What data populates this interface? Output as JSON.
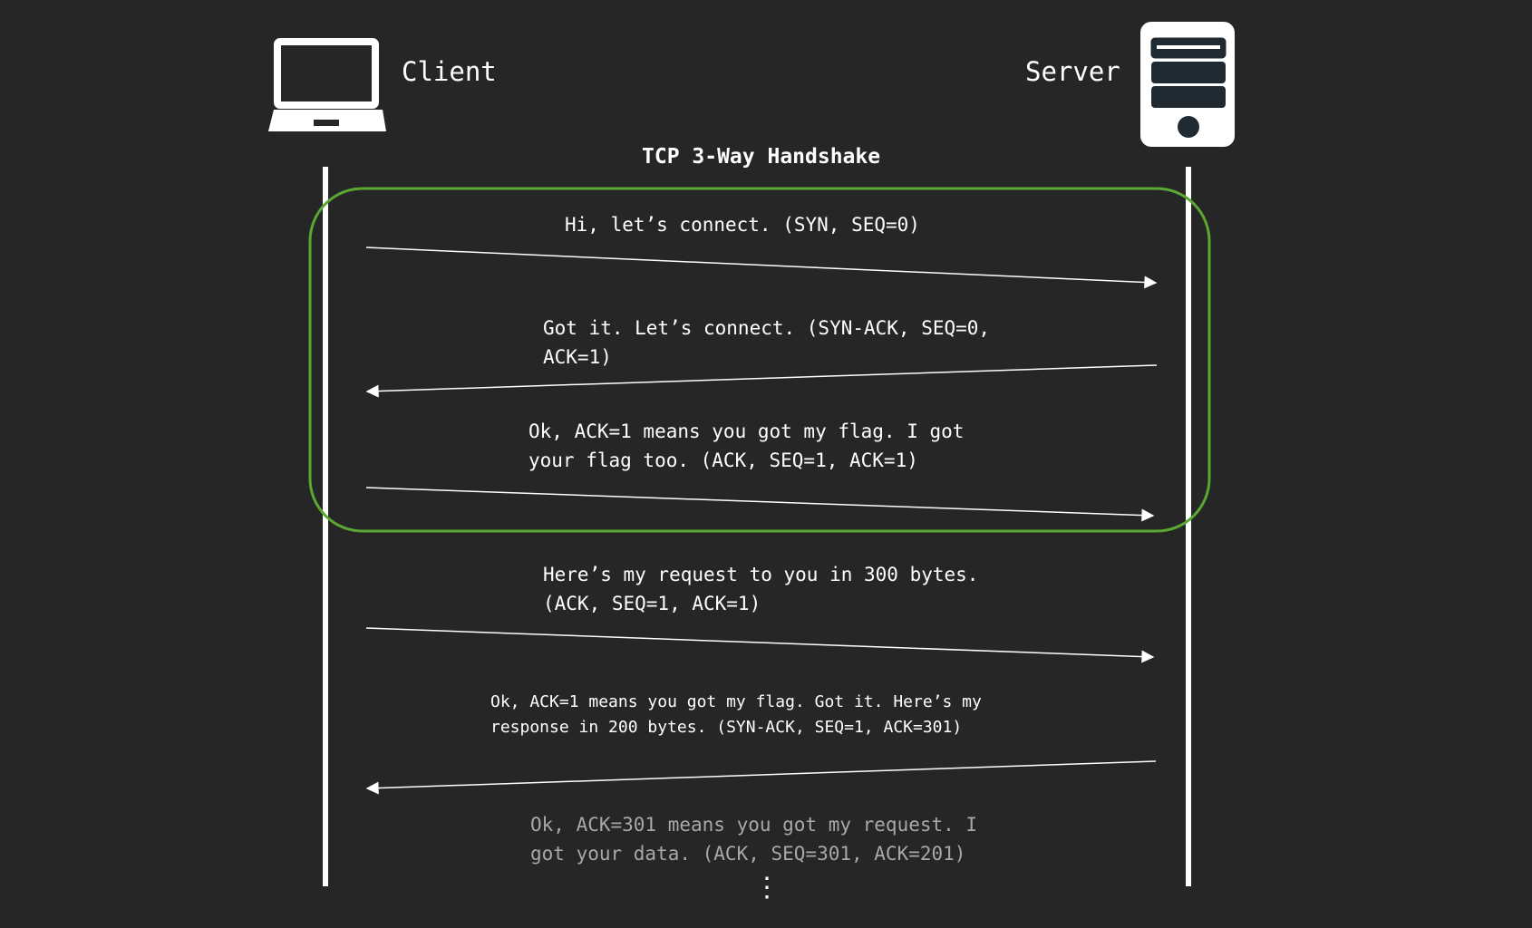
{
  "client": {
    "label": "Client",
    "icon": "laptop-icon"
  },
  "server": {
    "label": "Server",
    "icon": "server-icon"
  },
  "title": "TCP 3-Way Handshake",
  "colors": {
    "background": "#262626",
    "foreground": "#ffffff",
    "handshake_box": "#5aa832",
    "faded_text": "#a8a8a8",
    "server_bars": "#1f2a33"
  },
  "messages": [
    {
      "text": "Hi, let’s connect. (SYN, SEQ=0)",
      "direction": "client-to-server"
    },
    {
      "text": "Got it. Let’s connect. (SYN-ACK, SEQ=0,\nACK=1)",
      "direction": "server-to-client"
    },
    {
      "text": "Ok, ACK=1 means you got my flag. I got\nyour flag too. (ACK, SEQ=1, ACK=1)",
      "direction": "client-to-server"
    },
    {
      "text": "Here’s my request to you in 300 bytes.\n(ACK, SEQ=1, ACK=1)",
      "direction": "client-to-server"
    },
    {
      "text": "Ok, ACK=1 means you got my flag. Got it. Here’s my\nresponse in 200 bytes. (SYN-ACK, SEQ=1, ACK=301)",
      "direction": "server-to-client"
    },
    {
      "text": "Ok, ACK=301 means you got my request. I\ngot your data. (ACK, SEQ=301, ACK=201)",
      "direction": "client-to-server"
    }
  ],
  "continuation": "⋮"
}
